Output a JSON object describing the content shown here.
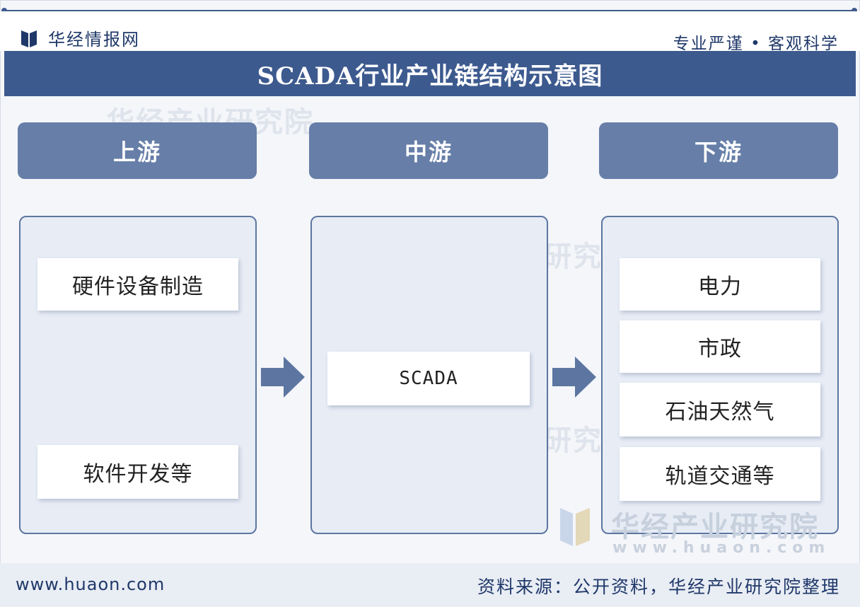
{
  "header": {
    "brand": "华经情报网",
    "motto": "专业严谨 • 客观科学"
  },
  "title": "SCADA行业产业链结构示意图",
  "columns": [
    {
      "label": "上游",
      "items": [
        "硬件设备制造",
        "软件开发等"
      ]
    },
    {
      "label": "中游",
      "items": [
        "SCADA"
      ]
    },
    {
      "label": "下游",
      "items": [
        "电力",
        "市政",
        "石油天然气",
        "轨道交通等"
      ]
    }
  ],
  "watermark": {
    "name": "华经产业研究院",
    "url": "www.huaon.com"
  },
  "footer": {
    "url": "www.huaon.com",
    "source": "资料来源：公开资料，华经产业研究院整理"
  },
  "colors": {
    "primary": "#3d5a8f",
    "column_header": "#667ea8",
    "panel_bg": "#e7ecf5",
    "arrow": "#5d76a1"
  },
  "icons": {
    "logo": "huajing-logo-icon",
    "arrow": "right-arrow-icon"
  }
}
